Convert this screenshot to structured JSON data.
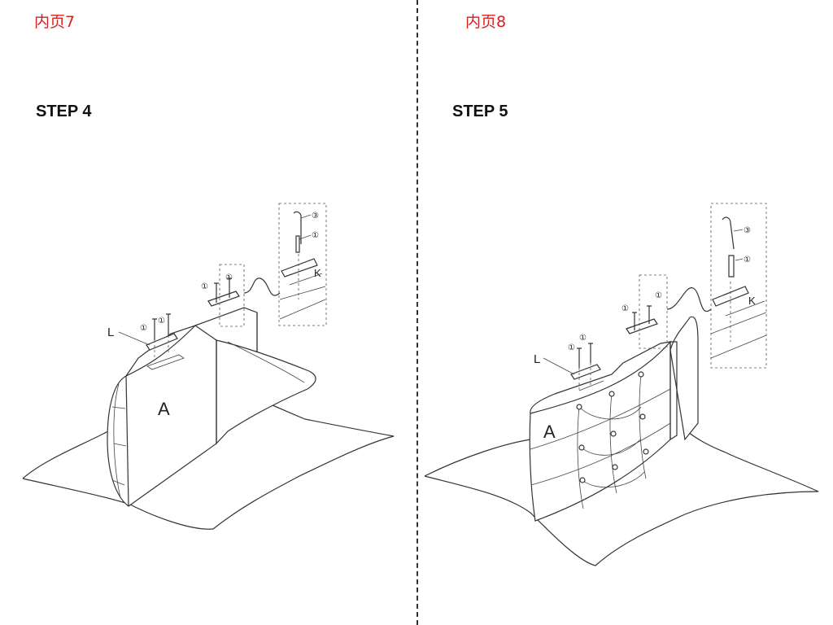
{
  "pages": [
    {
      "page_label": "内页7",
      "step_title": "STEP 4",
      "callouts": {
        "part_a": "A",
        "part_l": "L",
        "part_k": "K",
        "num_1": "①",
        "num_3": "③"
      }
    },
    {
      "page_label": "内页8",
      "step_title": "STEP 5",
      "callouts": {
        "part_a": "A",
        "part_l": "L",
        "part_k": "K",
        "num_1": "①",
        "num_3": "③"
      }
    }
  ],
  "colors": {
    "page_label": "#d62020",
    "line": "#333333"
  }
}
